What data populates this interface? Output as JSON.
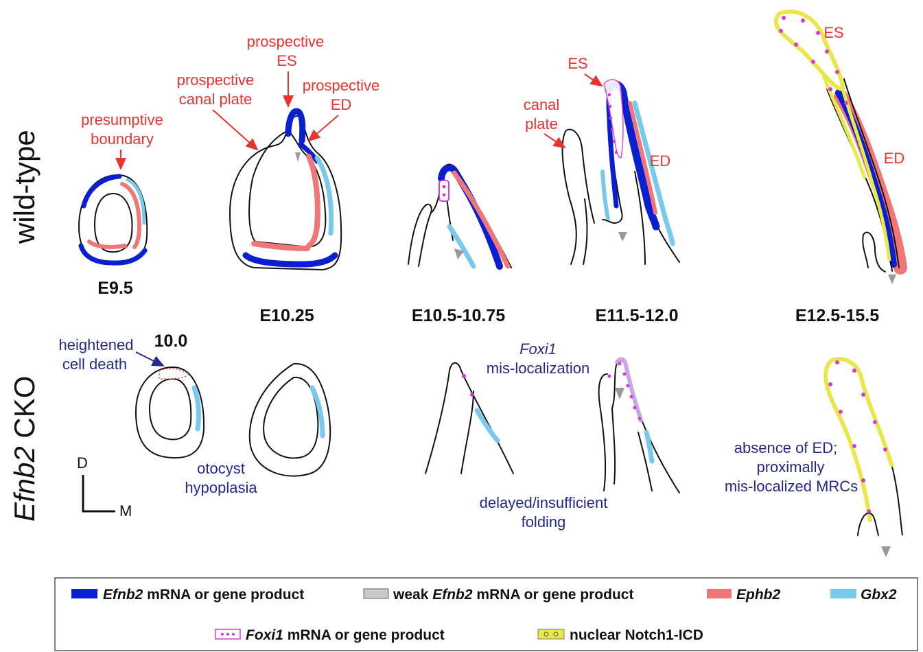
{
  "row_labels": {
    "wild_type": "wild-type",
    "cko_gene": "Efnb2",
    "cko_suffix": " CKO"
  },
  "stages": {
    "e95": "E9.5",
    "e1025": "E10.25",
    "e105": "E10.5-10.75",
    "e115": "E11.5-12.0",
    "e125": "E12.5-15.5",
    "cko_100": "10.0"
  },
  "annotations": {
    "presumptive_boundary": [
      "presumptive",
      "boundary"
    ],
    "prospective_canal_plate": [
      "prospective",
      "canal plate"
    ],
    "prospective_es": [
      "prospective",
      "ES"
    ],
    "prospective_ed": [
      "prospective",
      "ED"
    ],
    "canal_plate": [
      "canal",
      "plate"
    ],
    "es": "ES",
    "ed": "ED",
    "heightened_cell_death": [
      "heightened",
      "cell death"
    ],
    "otocyst_hypoplasia": [
      "otocyst",
      "hypoplasia"
    ],
    "foxi1_mislocalization": [
      "Foxi1",
      "mis-localization"
    ],
    "delayed_folding": [
      "delayed/insufficient",
      "folding"
    ],
    "absence_of_ed": [
      "absence of ED;",
      "proximally",
      "mis-localized MRCs"
    ]
  },
  "axes": {
    "dorsal": "D",
    "medial": "M"
  },
  "legend": {
    "efnb2_gene": "Efnb2",
    "efnb2_rest": " mRNA or gene product",
    "weak_prefix": "weak ",
    "weak_gene": "Efnb2",
    "weak_rest": " mRNA or gene product",
    "ephb2": "Ephb2",
    "gbx2": "Gbx2",
    "foxi1_gene": "Foxi1",
    "foxi1_rest": " mRNA or gene product",
    "notch": "nuclear Notch1-ICD"
  },
  "colors": {
    "efnb2": "#0a1fd0",
    "weak_efnb2": "#c8c8c8",
    "ephb2": "#f07777",
    "gbx2": "#79c9ec",
    "foxi1": "#d63ad6",
    "notch": "#e8e84a",
    "wt_annotation": "#e8332f",
    "cko_annotation": "#26288a"
  }
}
